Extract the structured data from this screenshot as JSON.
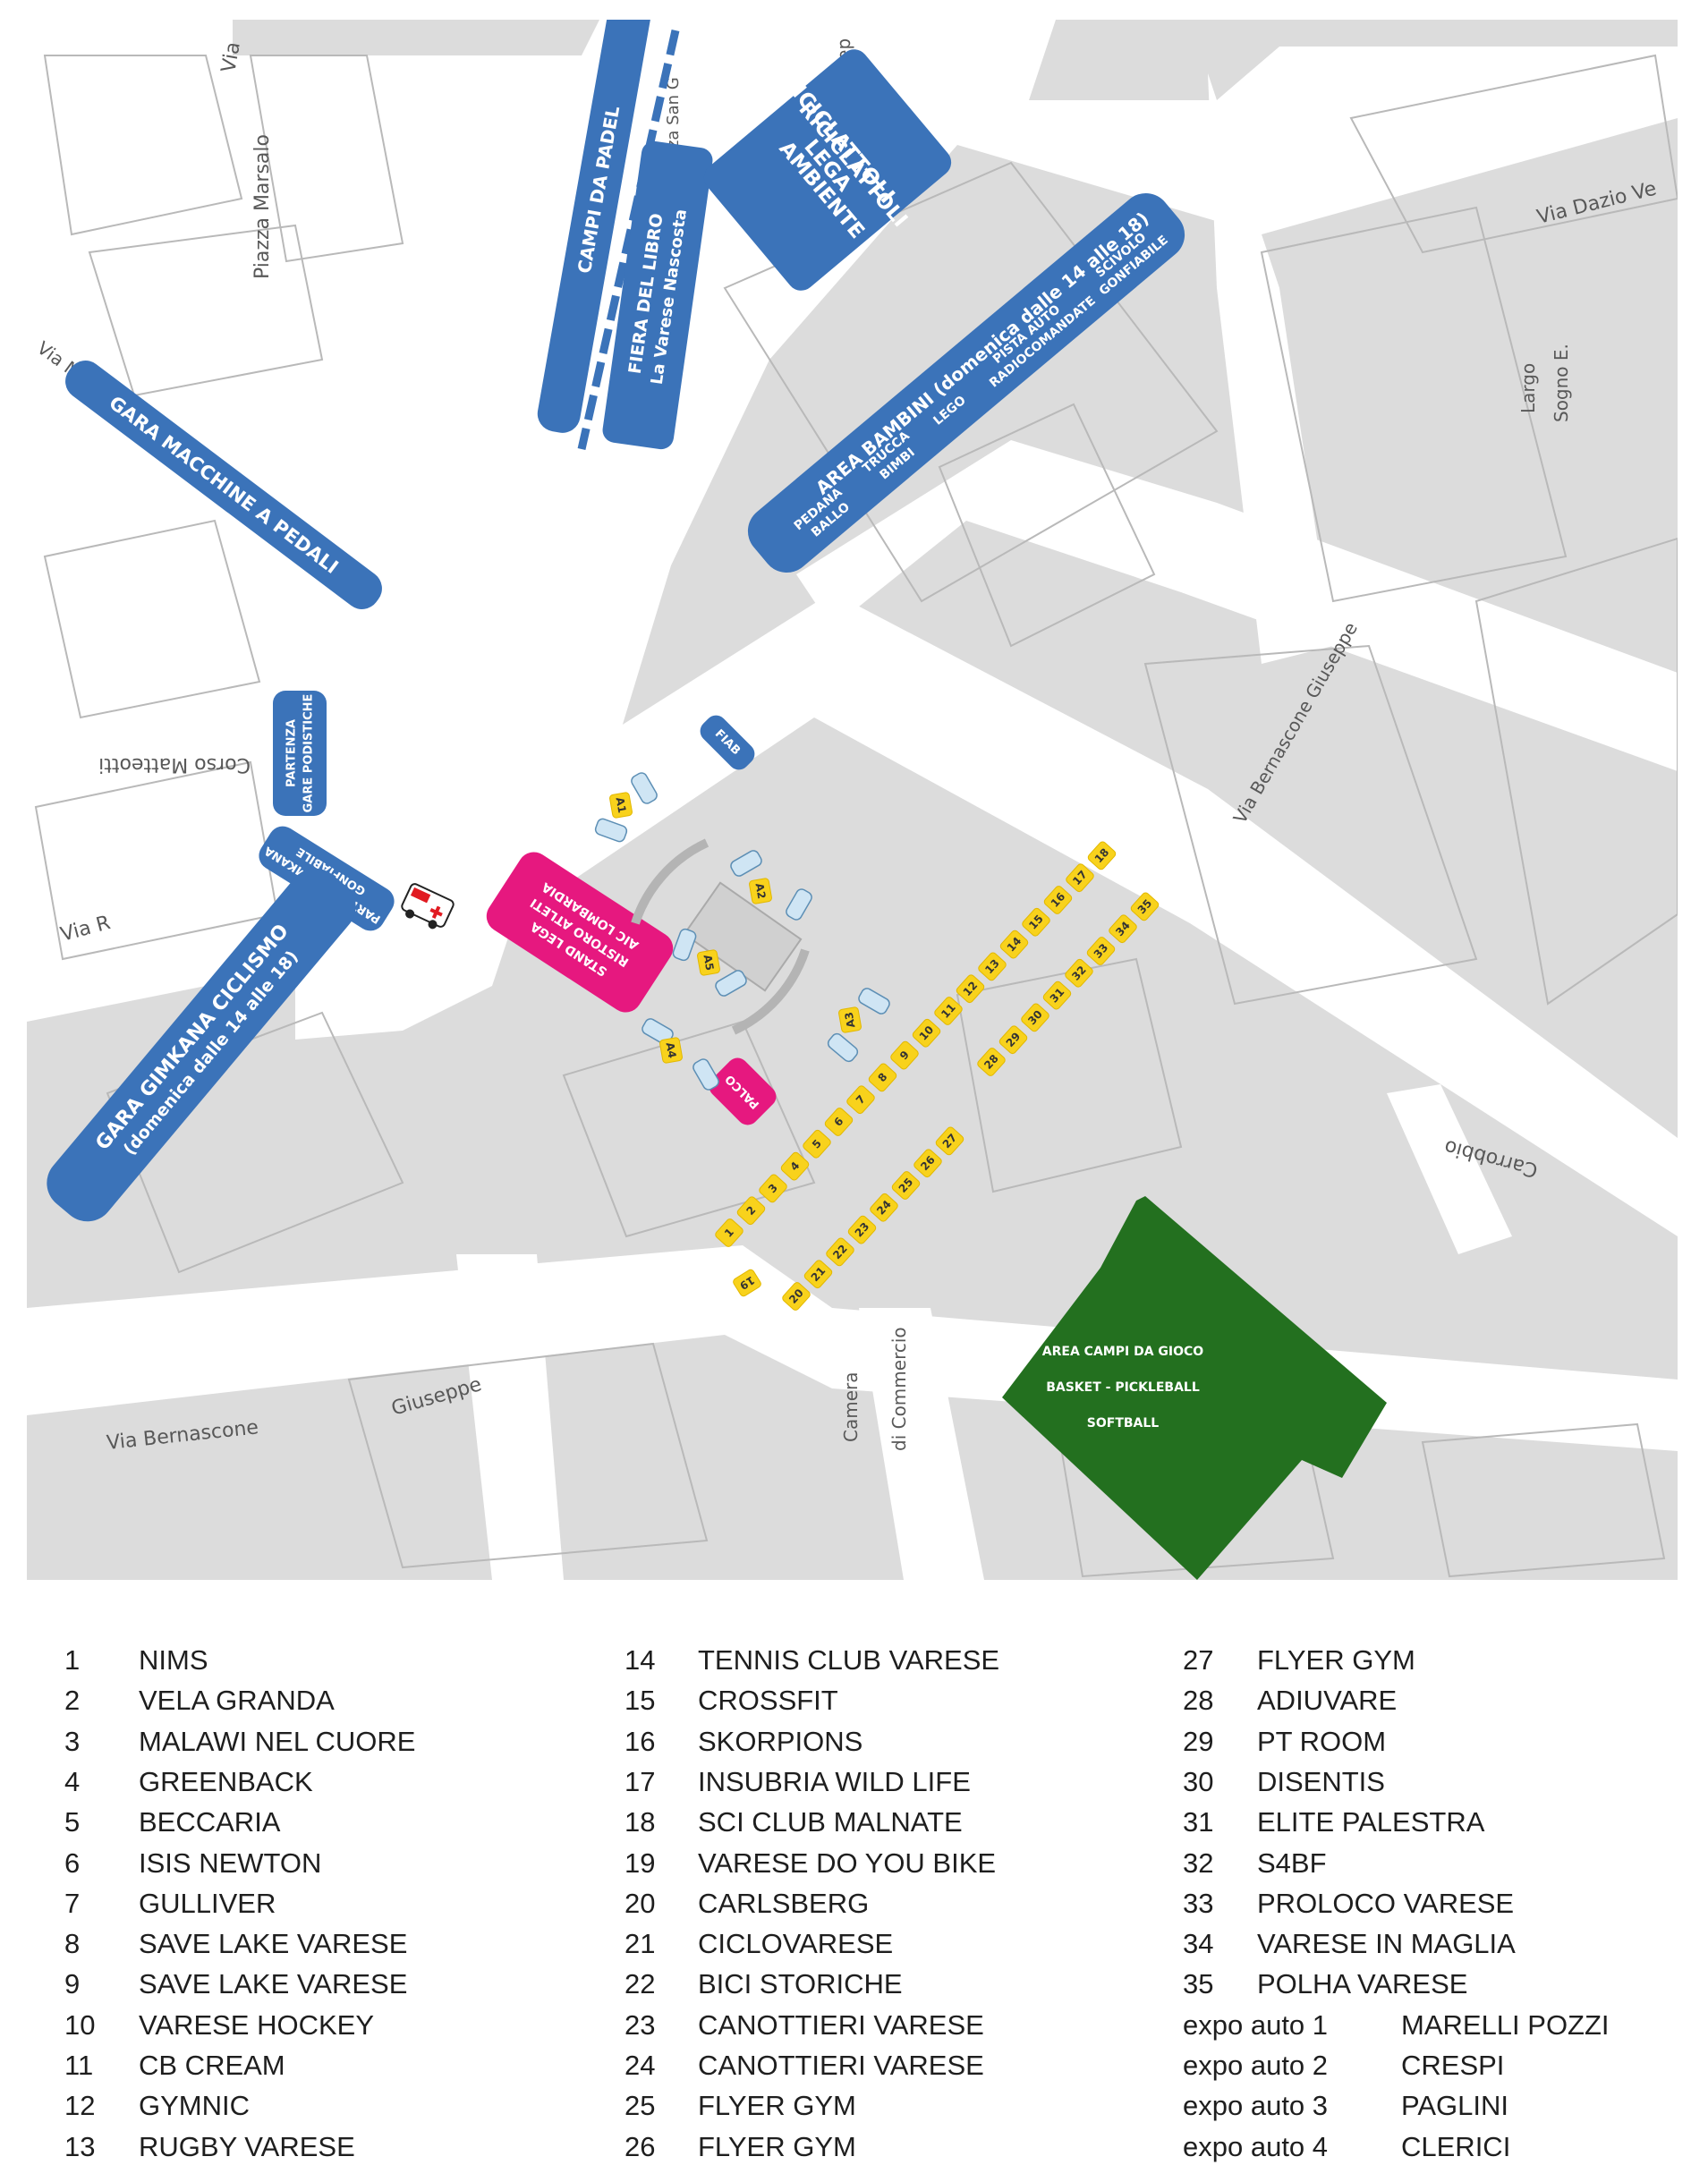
{
  "map": {
    "streets": {
      "via_left_top": "Via",
      "piazza_marsalo": "Piazza Marsalo",
      "via_left_mid": "Via Mercato",
      "corso_matteotti": "Corso Matteotti",
      "via_ro": "Via R",
      "via_bernascone": "Via Bernascone",
      "giuseppe": "Giuseppe",
      "via_bernascone_giuseppe": "Via Bernascone Giuseppe",
      "via_dazio": "Via Dazio Ve",
      "largo": "Largo",
      "sogno": "Sogno E.",
      "giusep_top": "Giusep",
      "piazza_san": "Piazza San G",
      "camera": "Camera",
      "di_commercio": "di Commercio",
      "carrobbio": "Carrobbio"
    },
    "areas": {
      "campi_padel": "CAMPI DA PADEL",
      "fiera_line1": "FIERA DEL LIBRO",
      "fiera_line2": "La Varese Nascosta",
      "riciclattoli_line1": "RICICLATTOLI",
      "riciclattoli_line2": "LEGA",
      "riciclattoli_line3": "AMBIENTE",
      "area_bambini": "AREA BAMBINI (domenica dalle 14 alle 18)",
      "pedana_1": "PEDANA",
      "pedana_2": "BALLO",
      "trucca_1": "TRUCCA",
      "trucca_2": "BIMBI",
      "lego": "LEGO",
      "pista_1": "PISTA AUTO",
      "pista_2": "RADIOCOMANDATE",
      "scivolo_1": "SCIVOLO",
      "scivolo_2": "GONFIABILE",
      "gara_macchine": "GARA MACCHINE A PEDALI",
      "partenza_podistiche_1": "PARTENZA",
      "partenza_podistiche_2": "GARE PODISTICHE",
      "partenza_gimkana_1": "PARTENZA GIMKANA",
      "partenza_gimkana_2": "GONFIABILE",
      "gara_gimkana_1": "GARA GIMKANA CICLISMO",
      "gara_gimkana_2": "(domenica dalle 14 alle 18)",
      "fiab": "FIAB",
      "stand_lega_1": "STAND LEGA",
      "stand_lega_2": "RISTORO ATLETI",
      "stand_lega_3": "AIC LOMBARDIA",
      "palco": "PALCO",
      "campi_gioco_1": "AREA CAMPI DA GIOCO",
      "campi_gioco_2": "BASKET - PICKLEBALL",
      "campi_gioco_3": "SOFTBALL"
    },
    "expo_stalls": [
      "A1",
      "A2",
      "A3",
      "A4",
      "A5"
    ],
    "stall_numbers": [
      "1",
      "2",
      "3",
      "4",
      "5",
      "6",
      "7",
      "8",
      "9",
      "10",
      "11",
      "12",
      "13",
      "14",
      "15",
      "16",
      "17",
      "18",
      "19",
      "20",
      "21",
      "22",
      "23",
      "24",
      "25",
      "26",
      "27",
      "28",
      "29",
      "30",
      "31",
      "32",
      "33",
      "34",
      "35"
    ],
    "colors": {
      "area_blue": "#3b73b9",
      "stand_magenta": "#e6187f",
      "stall_yellow": "#f8d21c",
      "green_area": "#23701f",
      "building_grey": "#dcdcdc",
      "road_white": "#ffffff"
    }
  },
  "legend": {
    "col1": [
      {
        "num": "1",
        "name": "NIMS"
      },
      {
        "num": "2",
        "name": "VELA GRANDA"
      },
      {
        "num": "3",
        "name": "MALAWI NEL CUORE"
      },
      {
        "num": "4",
        "name": "GREENBACK"
      },
      {
        "num": "5",
        "name": "BECCARIA"
      },
      {
        "num": "6",
        "name": "ISIS NEWTON"
      },
      {
        "num": "7",
        "name": "GULLIVER"
      },
      {
        "num": "8",
        "name": "SAVE LAKE VARESE"
      },
      {
        "num": "9",
        "name": "SAVE LAKE VARESE"
      },
      {
        "num": "10",
        "name": "VARESE HOCKEY"
      },
      {
        "num": "11",
        "name": "CB CREAM"
      },
      {
        "num": "12",
        "name": "GYMNIC"
      },
      {
        "num": "13",
        "name": "RUGBY VARESE"
      }
    ],
    "col2": [
      {
        "num": "14",
        "name": "TENNIS CLUB VARESE"
      },
      {
        "num": "15",
        "name": "CROSSFIT"
      },
      {
        "num": "16",
        "name": "SKORPIONS"
      },
      {
        "num": "17",
        "name": "INSUBRIA WILD LIFE"
      },
      {
        "num": "18",
        "name": "SCI CLUB MALNATE"
      },
      {
        "num": "19",
        "name": "VARESE DO YOU BIKE"
      },
      {
        "num": "20",
        "name": "CARLSBERG"
      },
      {
        "num": "21",
        "name": "CICLOVARESE"
      },
      {
        "num": "22",
        "name": "BICI STORICHE"
      },
      {
        "num": "23",
        "name": "CANOTTIERI VARESE"
      },
      {
        "num": "24",
        "name": "CANOTTIERI VARESE"
      },
      {
        "num": "25",
        "name": "FLYER GYM"
      },
      {
        "num": "26",
        "name": "FLYER GYM"
      }
    ],
    "col3": [
      {
        "num": "27",
        "name": "FLYER GYM"
      },
      {
        "num": "28",
        "name": "ADIUVARE"
      },
      {
        "num": "29",
        "name": "PT ROOM"
      },
      {
        "num": "30",
        "name": "DISENTIS"
      },
      {
        "num": "31",
        "name": "ELITE PALESTRA"
      },
      {
        "num": "32",
        "name": "S4BF"
      },
      {
        "num": "33",
        "name": "PROLOCO VARESE"
      },
      {
        "num": "34",
        "name": "VARESE IN MAGLIA"
      },
      {
        "num": "35",
        "name": "POLHA VARESE"
      },
      {
        "num": "expo auto 1",
        "name": "MARELLI POZZI"
      },
      {
        "num": "expo auto 2",
        "name": "CRESPI"
      },
      {
        "num": "expo auto 3",
        "name": "PAGLINI"
      },
      {
        "num": "expo auto 4",
        "name": "CLERICI"
      }
    ]
  }
}
